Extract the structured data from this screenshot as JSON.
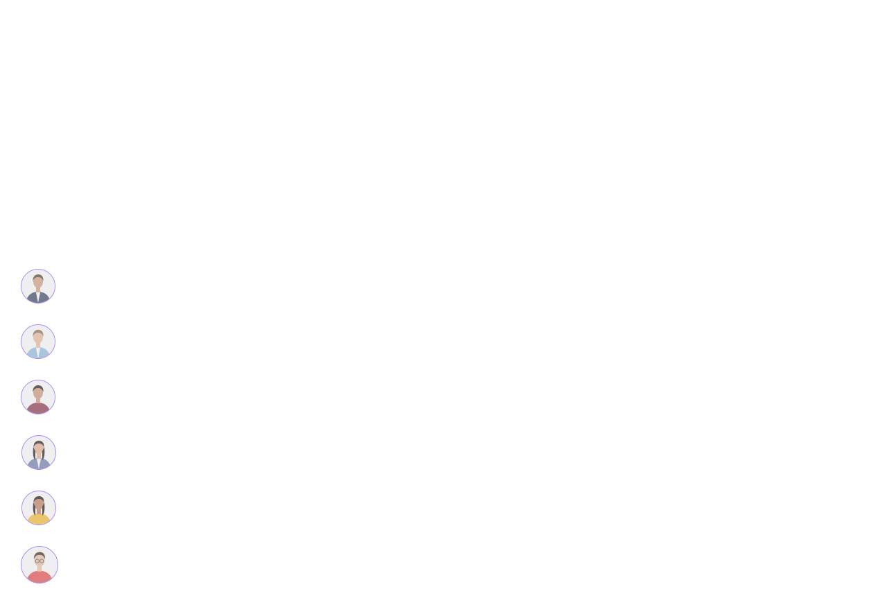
{
  "avatars": [
    {
      "id": "avatar-1",
      "skin": "#c99a80",
      "hair": "#5a4636",
      "shirt": "#3f4d66",
      "inner": "#f2f2f2"
    },
    {
      "id": "avatar-2",
      "skin": "#dcb39a",
      "hair": "#8a6a4e",
      "shirt": "#8fb6d6",
      "inner": "#f2f2f2"
    },
    {
      "id": "avatar-3",
      "skin": "#c8937a",
      "hair": "#2c2522",
      "shirt": "#8a3c54",
      "inner": "#8a3c54"
    },
    {
      "id": "avatar-4",
      "skin": "#d9a98f",
      "hair": "#2e2420",
      "shirt": "#6f7fa8",
      "inner": "#e9ecf2"
    },
    {
      "id": "avatar-5",
      "skin": "#b97f63",
      "hair": "#2a201c",
      "shirt": "#e7b43a",
      "inner": "#e7b43a"
    },
    {
      "id": "avatar-6",
      "skin": "#e1b79f",
      "hair": "#4a382c",
      "shirt": "#d9534f",
      "inner": "#d9534f"
    }
  ]
}
